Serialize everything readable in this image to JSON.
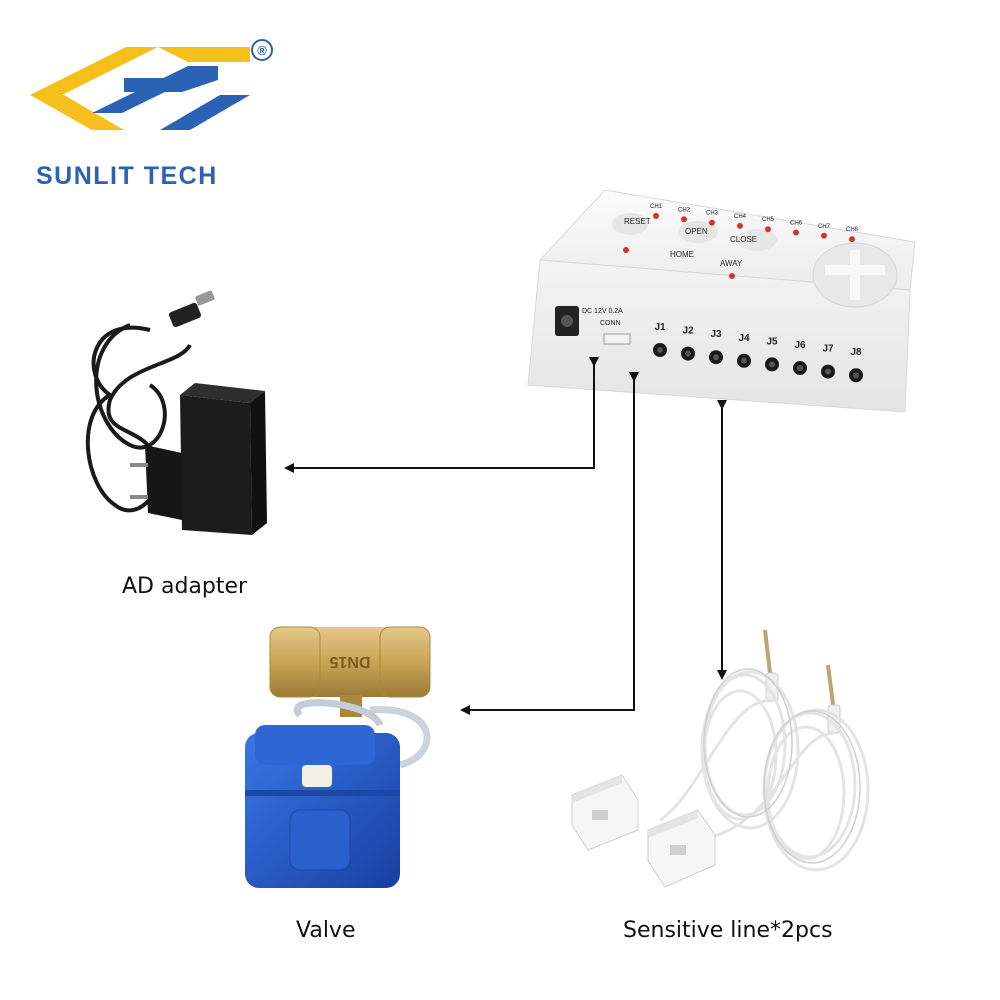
{
  "brand": {
    "name": "SUNLIT TECH",
    "registered_mark": "®",
    "colors": {
      "yellow": "#f6bf1c",
      "blue": "#2a63b3"
    }
  },
  "controller": {
    "channel_labels": [
      "CH1",
      "CH2",
      "CH3",
      "CH4",
      "CH5",
      "CH6",
      "CH7",
      "CH8"
    ],
    "buttons": {
      "reset": "RESET",
      "open": "OPEN",
      "close": "CLOSE",
      "home": "HOME",
      "away": "AWAY"
    },
    "power_label": "DC 12V 0.2A",
    "conn_label": "CONN",
    "jack_labels": [
      "J1",
      "J2",
      "J3",
      "J4",
      "J5",
      "J6",
      "J7",
      "J8"
    ]
  },
  "components": {
    "adapter": {
      "caption": "AD adapter"
    },
    "valve": {
      "caption": "Valve",
      "body_marking": "DN15"
    },
    "sensor": {
      "caption": "Sensitive line*2pcs"
    }
  },
  "colors": {
    "valve_blue": "#1f56c8",
    "valve_brass": "#c9a556",
    "led_red": "#d8322a",
    "arrow": "#111111"
  }
}
